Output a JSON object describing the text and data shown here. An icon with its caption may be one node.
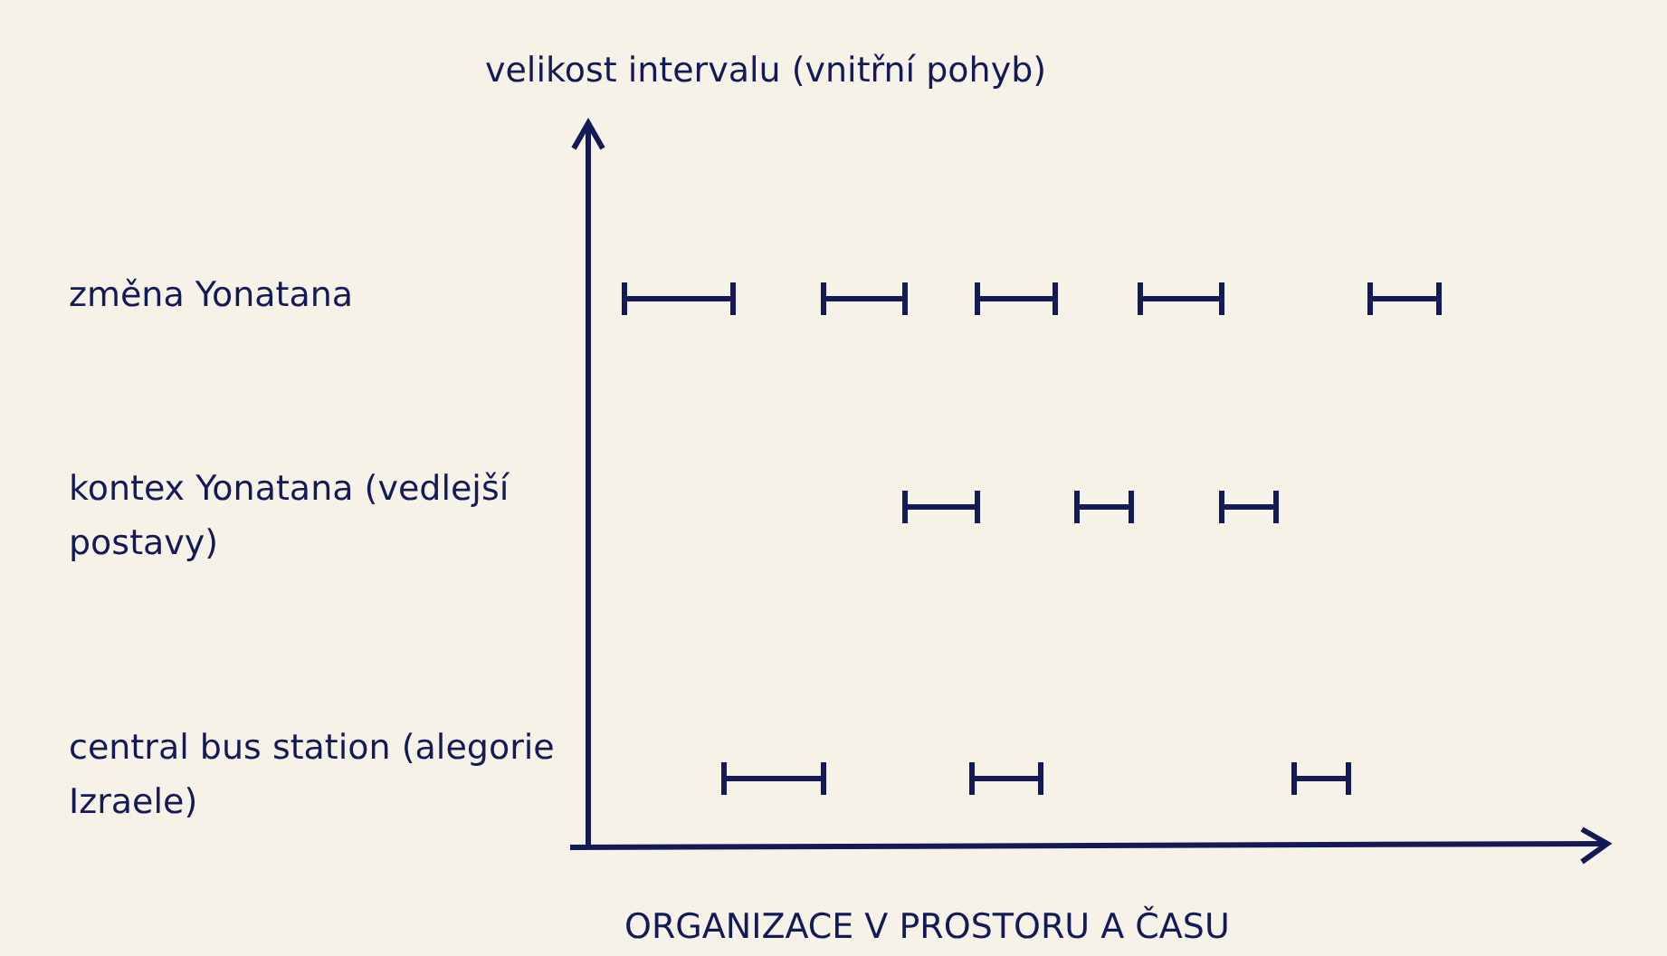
{
  "diagram": {
    "labels": [
      "velikost intervalu (vnitřní pohyb)",
      "změna Yonatana",
      "kontex Yonatana (vedlejší postavy)",
      "central bus station (alegorie Izraele)",
      "ORGANIZACE V PROSTORU A ČASU"
    ]
  }
}
